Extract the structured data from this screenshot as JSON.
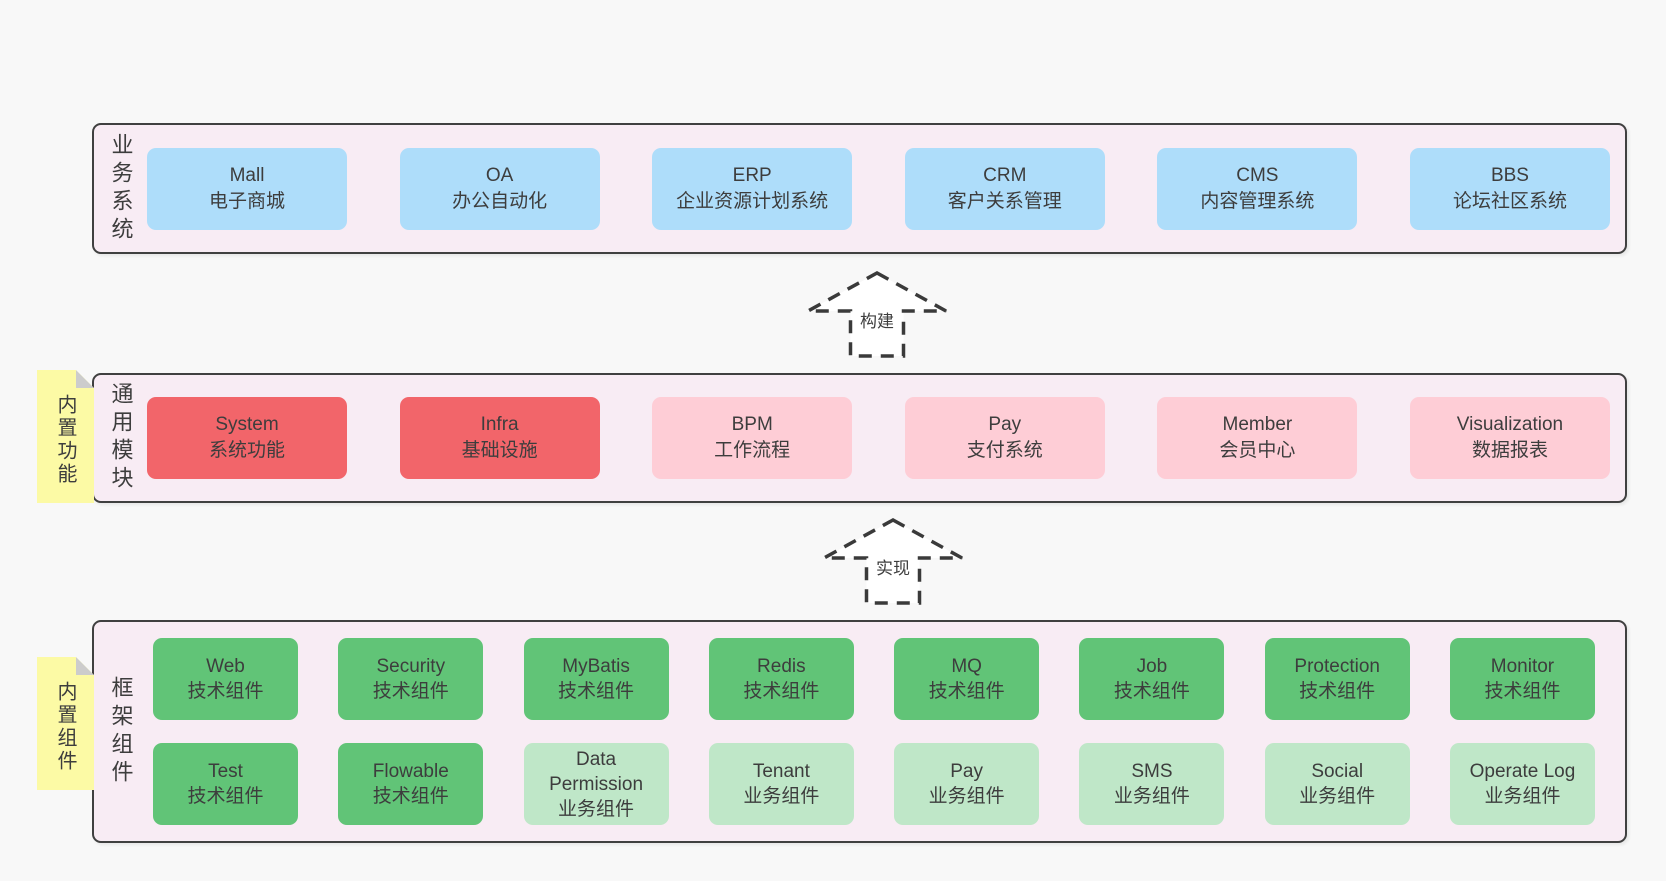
{
  "colors": {
    "page_bg": "#f8f8f8",
    "panel_bg": "#f8ecf4",
    "panel_border": "#404040",
    "blue": "#aeddfa",
    "red": "#f2656a",
    "pink": "#fecdd6",
    "green": "#61c477",
    "lightgreen": "#bfe7c8",
    "note_yellow": "#fcfaa5",
    "note_fold": "#cccccc",
    "text": "#3d3d3d"
  },
  "layers": {
    "business": {
      "label": "业务系统",
      "rows": [
        [
          {
            "en": "Mall",
            "zh": "电子商城",
            "color": "blue"
          },
          {
            "en": "OA",
            "zh": "办公自动化",
            "color": "blue"
          },
          {
            "en": "ERP",
            "zh": "企业资源计划系统",
            "color": "blue"
          },
          {
            "en": "CRM",
            "zh": "客户关系管理",
            "color": "blue"
          },
          {
            "en": "CMS",
            "zh": "内容管理系统",
            "color": "blue"
          },
          {
            "en": "BBS",
            "zh": "论坛社区系统",
            "color": "blue"
          }
        ]
      ]
    },
    "modules": {
      "label": "通用模块",
      "rows": [
        [
          {
            "en": "System",
            "zh": "系统功能",
            "color": "red"
          },
          {
            "en": "Infra",
            "zh": "基础设施",
            "color": "red"
          },
          {
            "en": "BPM",
            "zh": "工作流程",
            "color": "pink"
          },
          {
            "en": "Pay",
            "zh": "支付系统",
            "color": "pink"
          },
          {
            "en": "Member",
            "zh": "会员中心",
            "color": "pink"
          },
          {
            "en": "Visualization",
            "zh": "数据报表",
            "color": "pink"
          }
        ]
      ]
    },
    "components": {
      "label": "框架组件",
      "rows": [
        [
          {
            "en": "Web",
            "zh": "技术组件",
            "color": "green"
          },
          {
            "en": "Security",
            "zh": "技术组件",
            "color": "green"
          },
          {
            "en": "MyBatis",
            "zh": "技术组件",
            "color": "green"
          },
          {
            "en": "Redis",
            "zh": "技术组件",
            "color": "green"
          },
          {
            "en": "MQ",
            "zh": "技术组件",
            "color": "green"
          },
          {
            "en": "Job",
            "zh": "技术组件",
            "color": "green"
          },
          {
            "en": "Protection",
            "zh": "技术组件",
            "color": "green"
          },
          {
            "en": "Monitor",
            "zh": "技术组件",
            "color": "green"
          }
        ],
        [
          {
            "en": "Test",
            "zh": "技术组件",
            "color": "green"
          },
          {
            "en": "Flowable",
            "zh": "技术组件",
            "color": "green"
          },
          {
            "en": "Data Permission",
            "zh": "业务组件",
            "color": "lightgreen"
          },
          {
            "en": "Tenant",
            "zh": "业务组件",
            "color": "lightgreen"
          },
          {
            "en": "Pay",
            "zh": "业务组件",
            "color": "lightgreen"
          },
          {
            "en": "SMS",
            "zh": "业务组件",
            "color": "lightgreen"
          },
          {
            "en": "Social",
            "zh": "业务组件",
            "color": "lightgreen"
          },
          {
            "en": "Operate Log",
            "zh": "业务组件",
            "color": "lightgreen"
          }
        ]
      ]
    }
  },
  "notes": [
    {
      "label": "内置功能"
    },
    {
      "label": "内置组件"
    }
  ],
  "arrows": [
    {
      "label": "构建"
    },
    {
      "label": "实现"
    }
  ]
}
